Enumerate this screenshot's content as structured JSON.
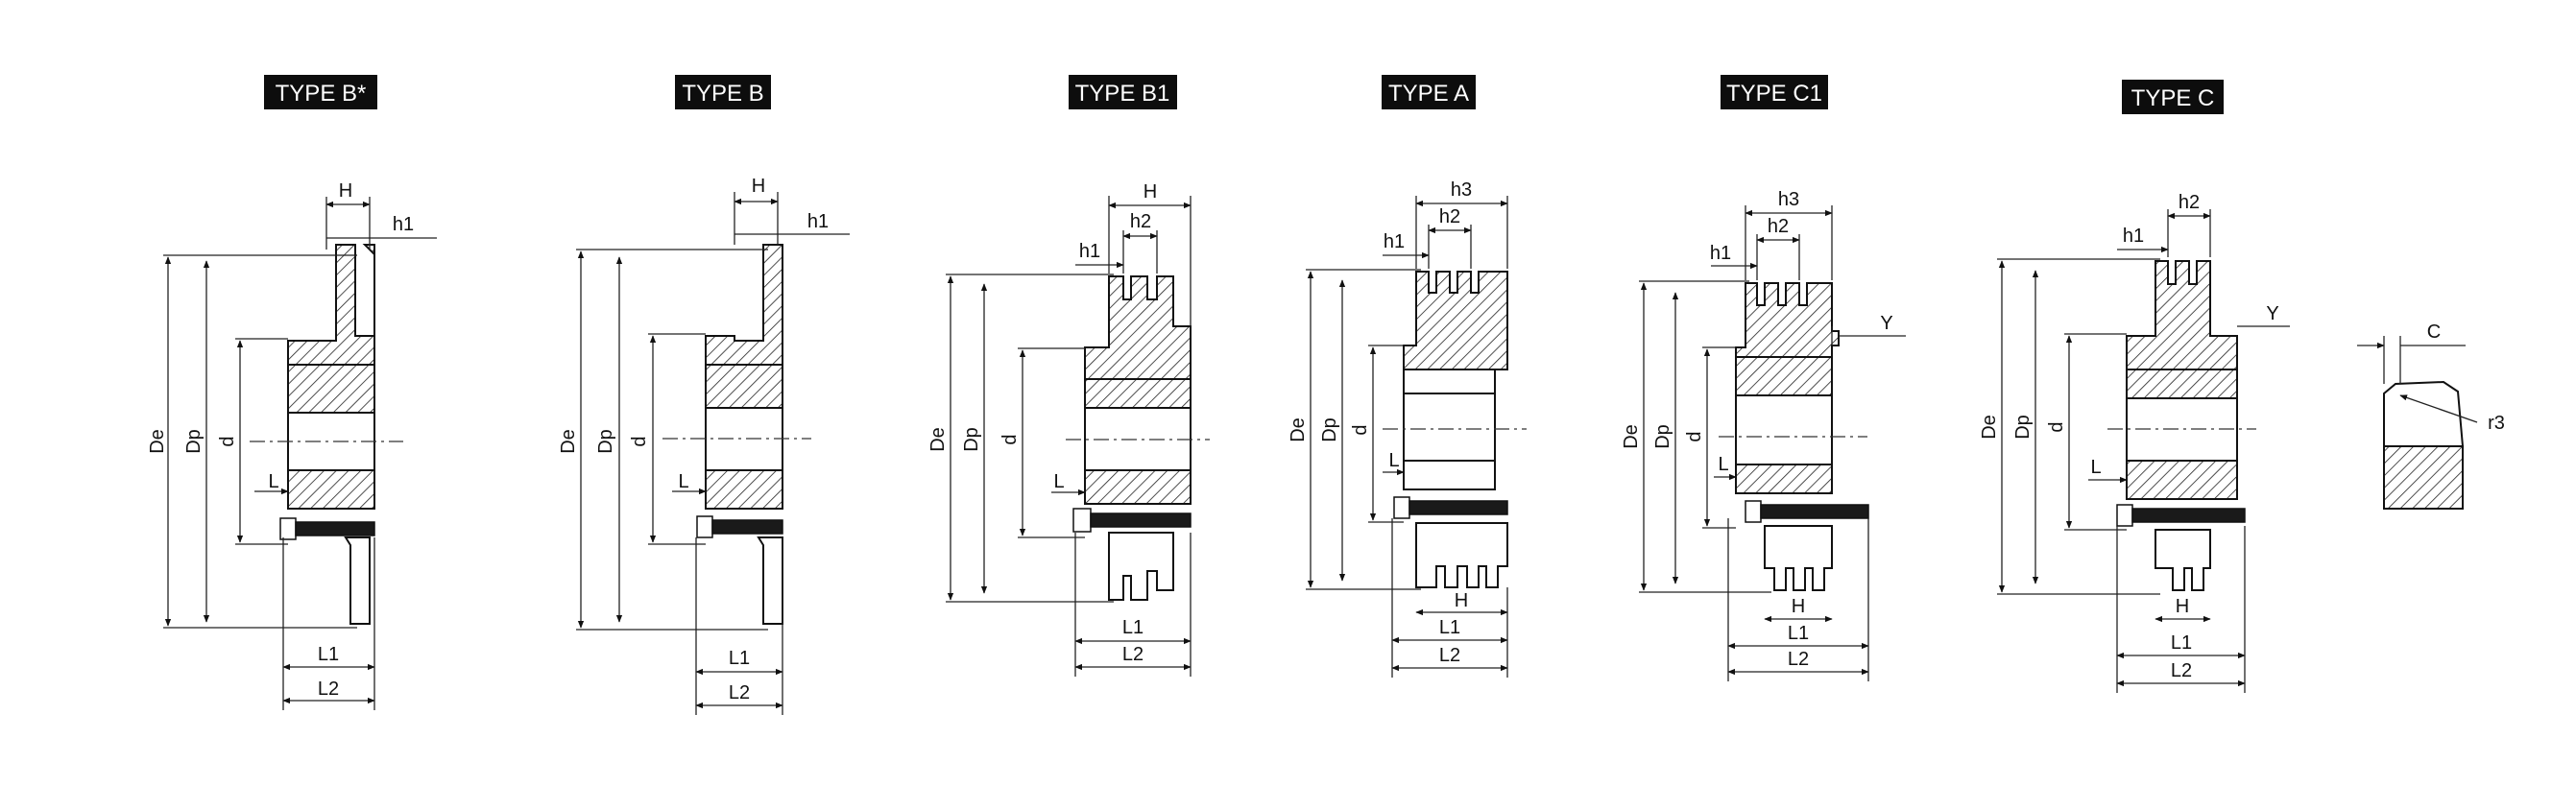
{
  "types": [
    {
      "title": "TYPE B*",
      "grooves": 0,
      "labels": {
        "top1": "H",
        "top2": "h1",
        "top3": "",
        "De": "De",
        "Dp": "Dp",
        "d": "d",
        "L": "L",
        "L1": "L1",
        "L2": "L2",
        "Hb": "",
        "Y": ""
      }
    },
    {
      "title": "TYPE B",
      "grooves": 0,
      "labels": {
        "top1": "H",
        "top2": "h1",
        "top3": "",
        "De": "De",
        "Dp": "Dp",
        "d": "d",
        "L": "L",
        "L1": "L1",
        "L2": "L2",
        "Hb": "",
        "Y": ""
      }
    },
    {
      "title": "TYPE B1",
      "grooves": 2,
      "labels": {
        "top1": "H",
        "top2": "h2",
        "top3": "h1",
        "De": "De",
        "Dp": "Dp",
        "d": "d",
        "L": "L",
        "L1": "L1",
        "L2": "L2",
        "Hb": "",
        "Y": ""
      }
    },
    {
      "title": "TYPE A",
      "grooves": 3,
      "labels": {
        "top1": "h3",
        "top2": "h2",
        "top3": "h1",
        "De": "De",
        "Dp": "Dp",
        "d": "d",
        "L": "L",
        "L1": "L1",
        "L2": "L2",
        "Hb": "H",
        "Y": ""
      }
    },
    {
      "title": "TYPE C1",
      "grooves": 3,
      "labels": {
        "top1": "h3",
        "top2": "h2",
        "top3": "h1",
        "De": "De",
        "Dp": "Dp",
        "d": "d",
        "L": "L",
        "L1": "L1",
        "L2": "L2",
        "Hb": "H",
        "Y": "Y"
      }
    },
    {
      "title": "TYPE C",
      "grooves": 2,
      "labels": {
        "top1": "h2",
        "top2": "h1",
        "top3": "",
        "De": "De",
        "Dp": "Dp",
        "d": "d",
        "L": "L",
        "L1": "L1",
        "L2": "L2",
        "Hb": "H",
        "Y": "Y"
      }
    }
  ],
  "detail": {
    "labels": {
      "C": "C",
      "r": "r3"
    }
  }
}
